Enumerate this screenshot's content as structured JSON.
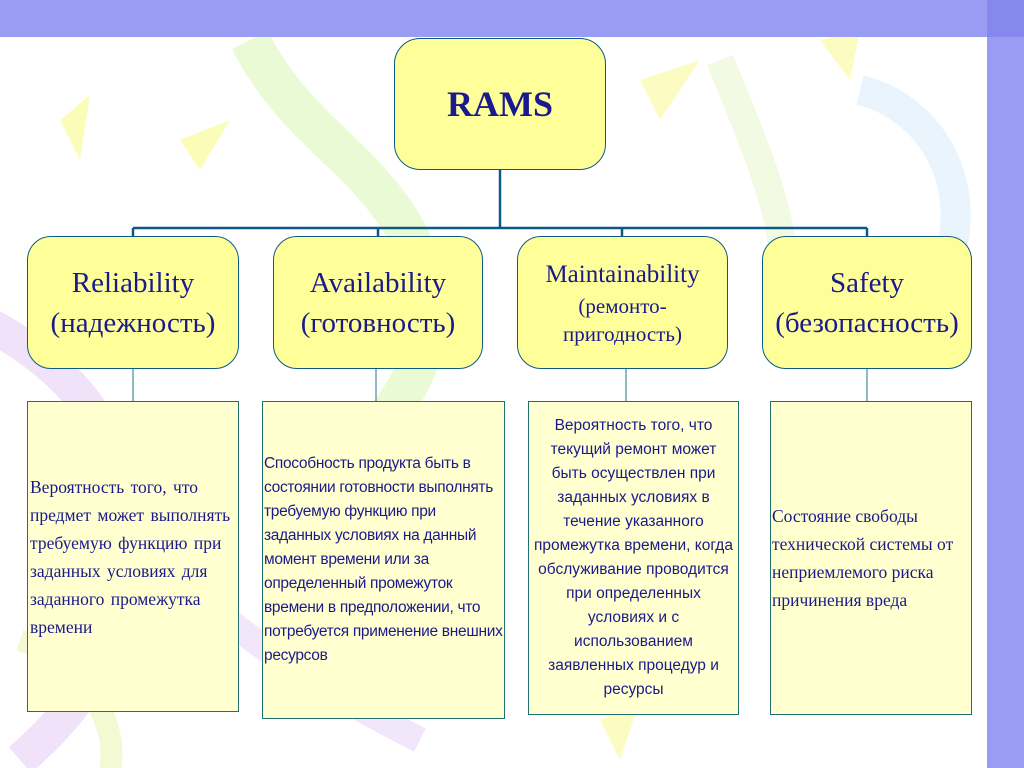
{
  "root": {
    "label": "RAMS"
  },
  "categories": [
    {
      "title": "Reliability",
      "subtitle": "(надежность)"
    },
    {
      "title": "Availability",
      "subtitle": "(готовность)"
    },
    {
      "title": "Maintainability",
      "subtitle": "(ремонто-пригодность)"
    },
    {
      "title": "Safety",
      "subtitle": "(безопасность)"
    }
  ],
  "descriptions": [
    "Вероятность того, что предмет может выполнять требуемую функцию при заданных условиях для заданного промежутка времени",
    "Способность продукта быть в состоянии готовности выполнять требуемую функцию при заданных условиях на данный момент времени или за определенный промежуток времени в предположении, что потребуется применение внешних ресурсов",
    "Вероятность того, что текущий ремонт может быть осуществлен при заданных условиях в течение указанного промежутка времени, когда обслуживание проводится при определенных условиях и с использованием заявленных процедур и ресурсы",
    "Состояние свободы технической системы от неприемлемого риска причинения вреда"
  ],
  "colors": {
    "box_fill": "#ffff99",
    "desc_fill": "#ffffd0",
    "text": "#1a1a8c",
    "connector": "#0e5a86",
    "frame": "#9a9cf4"
  }
}
